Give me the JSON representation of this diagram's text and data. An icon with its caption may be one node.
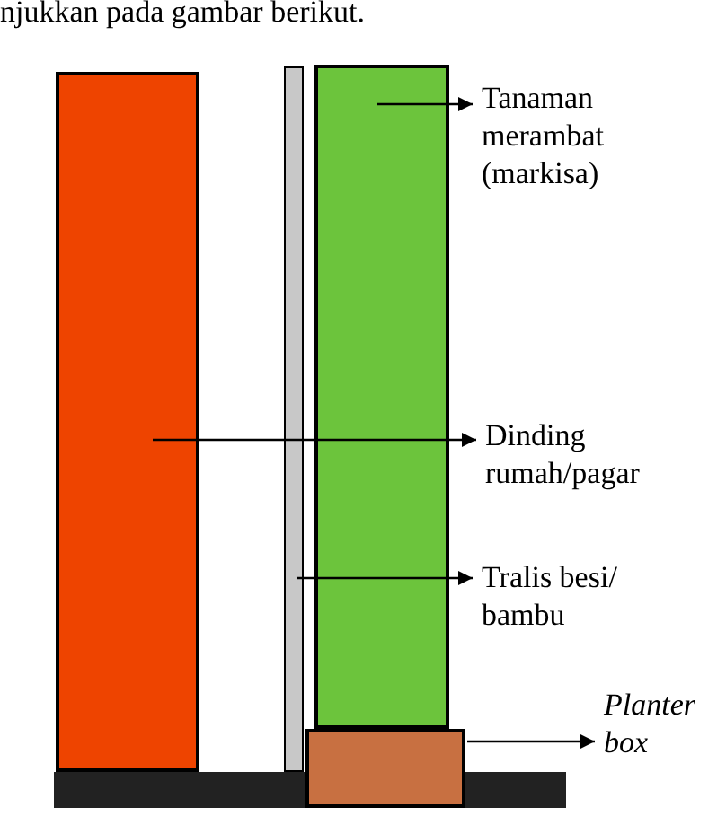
{
  "diagram": {
    "nodes": [
      {
        "text": [],
        "shape": "box"
      },
      {
        "text": [],
        "shape": "bar"
      },
      {
        "text": [],
        "shape": "box"
      },
      {
        "text": [
          "Tanaman merambat (markisa)"
        ]
      },
      {
        "text": [
          "Dinding rumah/pagar"
        ]
      },
      {
        "text": [
          "Tralis besi/ bambu"
        ]
      },
      {
        "text": [],
        "shape": "box"
      },
      {
        "text": [
          "Planter box"
        ]
      }
    ],
    "edges": [
      {
        "from": 2,
        "to": 3,
        "arrow": "to"
      },
      {
        "from": 0,
        "to": 4,
        "arrow": "to"
      },
      {
        "from": 1,
        "to": 5,
        "arrow": "to"
      },
      {
        "from": 6,
        "to": 7,
        "arrow": "to"
      }
    ],
    "labels": [
      "njukkan pada gambar berikut."
    ]
  }
}
